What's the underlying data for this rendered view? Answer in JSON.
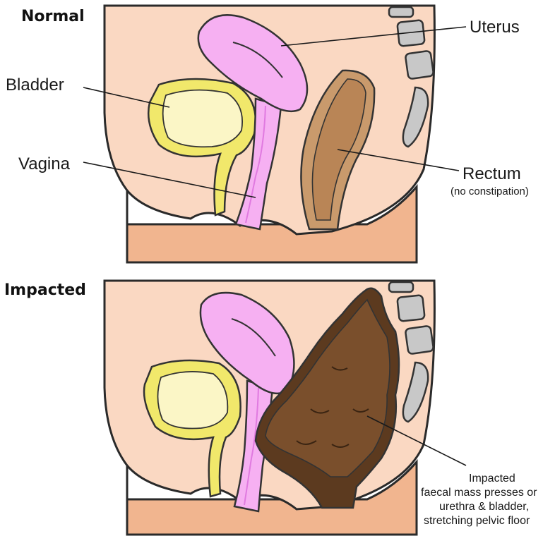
{
  "panels": [
    {
      "heading": "Normal",
      "labels": {
        "uterus": "Uterus",
        "bladder": "Bladder",
        "vagina": "Vagina",
        "rectum": "Rectum",
        "rectum_note": "(no constipation)"
      }
    },
    {
      "heading": "Impacted",
      "labels": {
        "note_line1": "Impacted",
        "note_line2": "faecal mass presses or",
        "note_line3": "urethra & bladder,",
        "note_line4": "stretching pelvic floor"
      }
    }
  ],
  "colors": {
    "skin": "#fad8c2",
    "skin_dark": "#efb58f",
    "bladder_fill": "#fbf6c6",
    "bladder_wall": "#f1e86b",
    "uterus": "#f6b0f2",
    "uterus_dark": "#e07ae0",
    "rectum": "#c99a6c",
    "stool": "#7a4f2c",
    "vertebra": "#c8c8c8"
  }
}
